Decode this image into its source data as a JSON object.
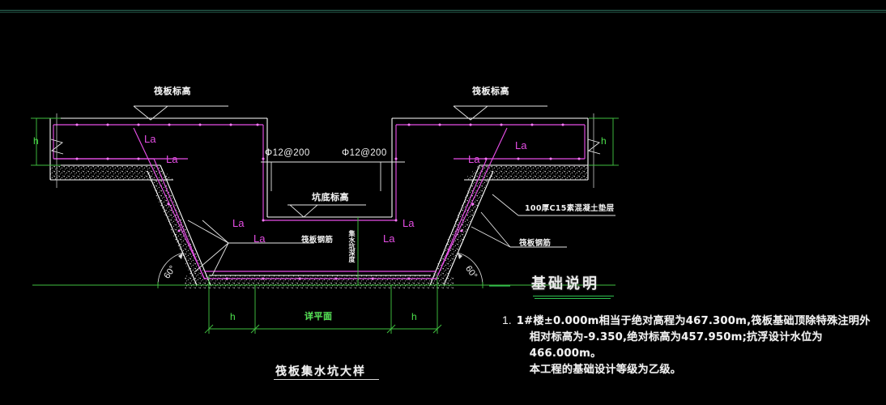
{
  "drawing": {
    "title": "筏板集水坑大样",
    "background_color": "#000000",
    "colors": {
      "concrete_outline": "#ffffff",
      "rebar": "#e54ee5",
      "dimension": "#3fbf3f",
      "text": "#f2f2f2",
      "note_rule": "#2fbf4f"
    },
    "elevation_labels": {
      "raft_top_left": "筏板标高",
      "raft_top_right": "筏板标高",
      "pit_bottom": "坑底标高"
    },
    "rebar_callouts": {
      "left_stirrup": "Φ12@200",
      "right_stirrup": "Φ12@200",
      "raft_rebar_left": "筏板钢筋",
      "raft_rebar_right": "筏板钢筋",
      "cushion": "100厚C15素混凝土垫层"
    },
    "lap_labels": [
      "La",
      "La",
      "La",
      "La",
      "La",
      "La",
      "La",
      "La"
    ],
    "vertical_label": "集水坑深度",
    "angles": [
      "60°",
      "60°"
    ],
    "dimensions": {
      "left_height": "h",
      "right_height": "h",
      "bottom_left": "h",
      "bottom_center": "详平面",
      "bottom_right": "h"
    }
  },
  "notes": {
    "heading": "基础说明",
    "items": [
      {
        "number": "1.",
        "lines": [
          "1#楼±0.000m相当于绝对高程为467.300m,筏板基础顶除特殊注明外",
          "相对标高为-9.350,绝对标高为457.950m;抗浮设计水位为466.000m。",
          "本工程的基础设计等级为乙级。"
        ]
      }
    ]
  }
}
